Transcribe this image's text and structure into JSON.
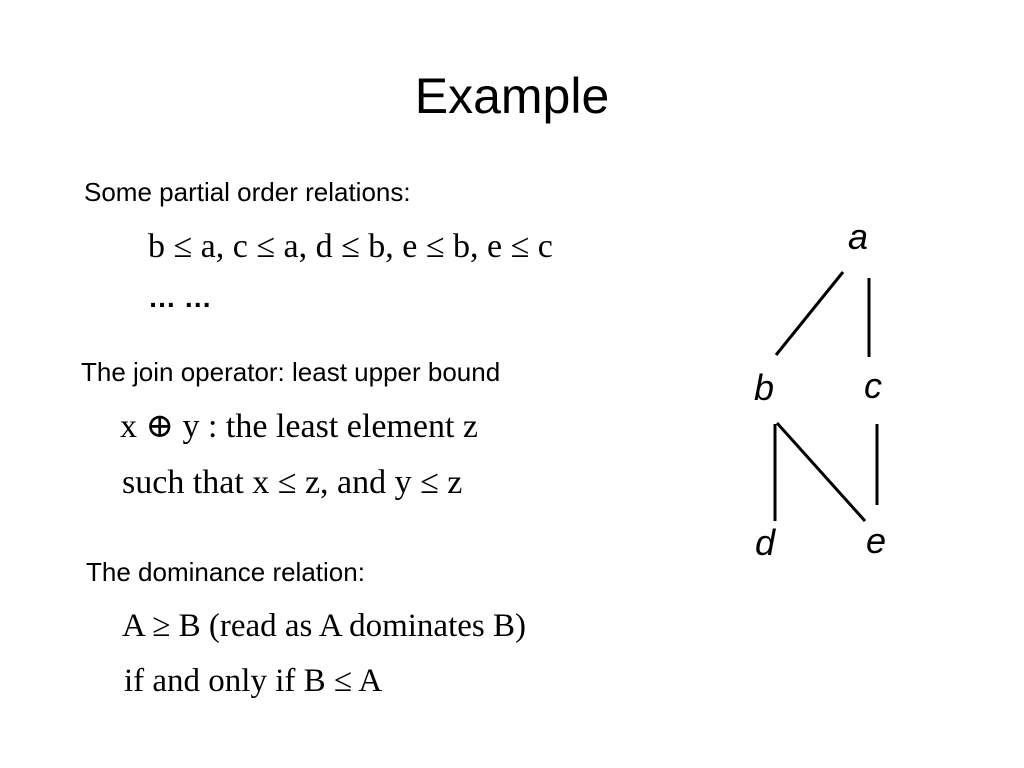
{
  "slide": {
    "title": "Example",
    "partial_order": {
      "heading": "Some partial order relations:",
      "relations": "b ≤ a, c ≤ a, d ≤ b, e ≤ b, e ≤ c",
      "ellipsis": "… …"
    },
    "join": {
      "heading": "The join operator: least upper bound",
      "line1": "x ⊕ y : the least element z",
      "line2": "such that x ≤ z,  and y ≤ z"
    },
    "dominance": {
      "heading": "The dominance relation:",
      "line1": "A ≥ B (read as A dominates B)",
      "line2": "if and only if B ≤ A"
    },
    "diagram": {
      "nodes": [
        "a",
        "b",
        "c",
        "d",
        "e"
      ],
      "edges": [
        [
          "b",
          "a"
        ],
        [
          "c",
          "a"
        ],
        [
          "d",
          "b"
        ],
        [
          "e",
          "b"
        ],
        [
          "e",
          "c"
        ]
      ]
    }
  }
}
